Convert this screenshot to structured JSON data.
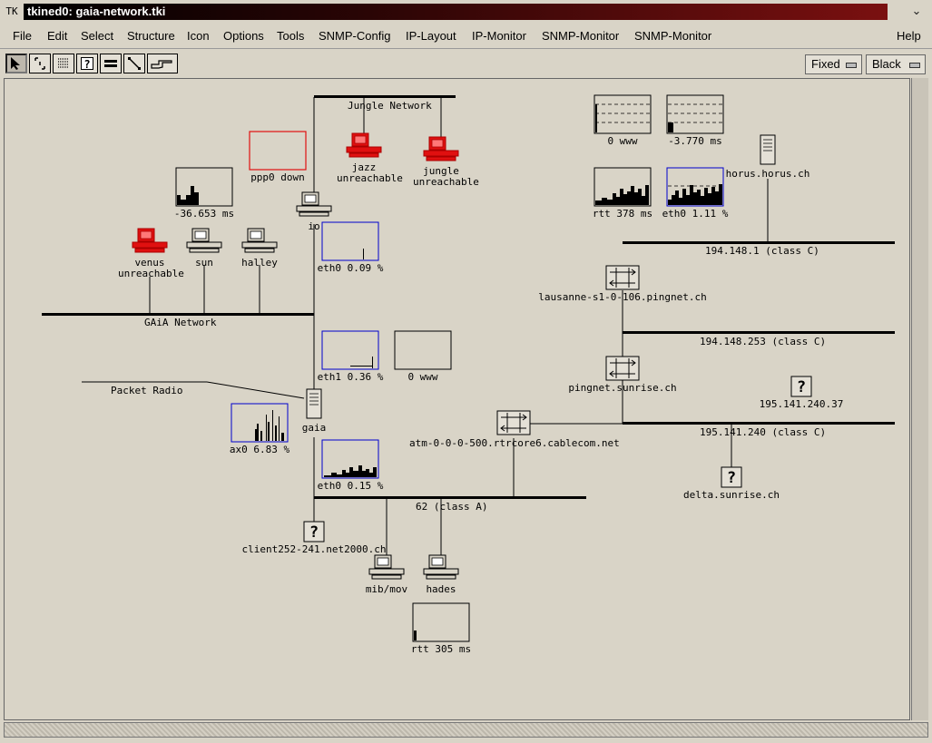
{
  "window": {
    "title": "tkined0: gaia-network.tki",
    "sys_glyph": "TK",
    "close_glyph": "⌄"
  },
  "menu": [
    "File",
    "Edit",
    "Select",
    "Structure",
    "Icon",
    "Options",
    "Tools",
    "SNMP-Config",
    "IP-Layout",
    "IP-Monitor",
    "SNMP-Monitor",
    "SNMP-Monitor",
    "Help"
  ],
  "toolbar": {
    "tools": [
      "select-tool",
      "resize-tool",
      "text-tool",
      "help-tool",
      "network-tool",
      "link-tool",
      "hand-tool"
    ],
    "fixed_label": "Fixed",
    "color_label": "Black"
  },
  "colors": {
    "unreachable": "#e01010",
    "graph_border_blue": "#0000cc",
    "line": "#000000",
    "canvas_bg": "#d9d4c7"
  },
  "networks": {
    "jungle": "Jungle Network",
    "gaia": "GAiA Network",
    "packet_radio": "Packet Radio",
    "net62": "62 (class A)",
    "net194_148_1": "194.148.1 (class C)",
    "net194_148_253": "194.148.253 (class C)",
    "net195_141_240": "195.141.240 (class C)"
  },
  "nodes": {
    "jazz": {
      "name": "jazz",
      "status": "unreachable"
    },
    "jungle": {
      "name": "jungle",
      "status": "unreachable"
    },
    "venus": {
      "name": "venus",
      "status": "unreachable"
    },
    "sun": {
      "name": "sun"
    },
    "halley": {
      "name": "halley"
    },
    "io": {
      "name": "io"
    },
    "gaia": {
      "name": "gaia"
    },
    "client": {
      "name": "client252-241.net2000.ch"
    },
    "mibmov": {
      "name": "mib/mov"
    },
    "hades": {
      "name": "hades"
    },
    "horus": {
      "name": "horus.horus.ch"
    },
    "lausanne": {
      "name": "lausanne-s1-0-106.pingnet.ch"
    },
    "pingnet": {
      "name": "pingnet.sunrise.ch"
    },
    "atm": {
      "name": "atm-0-0-0-500.rtrcore6.cablecom.net"
    },
    "ip195": {
      "name": "195.141.240.37"
    },
    "delta": {
      "name": "delta.sunrise.ch"
    }
  },
  "graphs": {
    "ppp0": "ppp0 down",
    "ms36": "-36.653 ms",
    "eth0_io": "eth0 0.09 %",
    "eth1": "eth1 0.36 %",
    "www_mid": "0 www",
    "ax0": "ax0 6.83 %",
    "eth0_gaia": "eth0 0.15 %",
    "rtt305": "rtt 305 ms",
    "www_top": "0 www",
    "ms3770": "-3.770 ms",
    "rtt378": "rtt 378 ms",
    "eth0_r": "eth0 1.11 %"
  },
  "help_glyph": "?"
}
